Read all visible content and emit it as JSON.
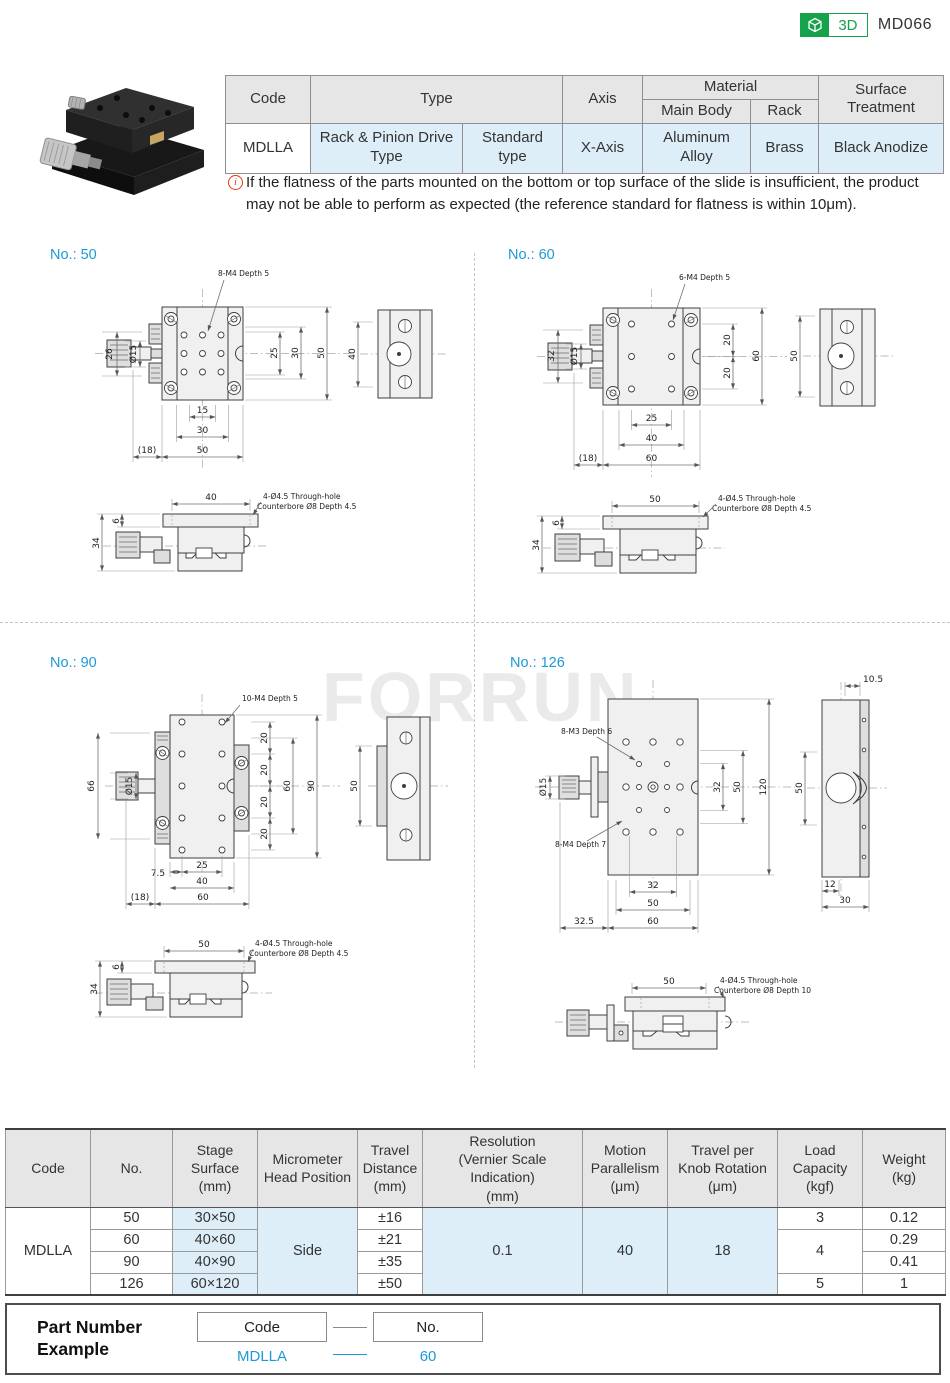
{
  "header": {
    "badge_3d": "3D",
    "doc_code": "MD066",
    "note_icon": "i",
    "note": "If the flatness of the parts mounted on the bottom or top surface of the slide is insufficient, the product may not be able to perform as expected (the reference standard for flatness is within 10μm).",
    "info_table": {
      "h_code": "Code",
      "h_type": "Type",
      "h_axis": "Axis",
      "h_material": "Material",
      "h_main_body": "Main Body",
      "h_rack": "Rack",
      "h_surface": "Surface Treatment",
      "code": "MDLLA",
      "type_main": "Rack & Pinion Drive Type",
      "type_sub": "Standard type",
      "axis": "X-Axis",
      "main_body": "Aluminum Alloy",
      "rack": "Brass",
      "surface": "Black Anodize"
    }
  },
  "watermark": "FORRUN",
  "colors": {
    "accent_blue": "#1d9ad5",
    "light_blue": "#ddeef8",
    "header_gray": "#e6e6e6",
    "badge_green": "#15a24a",
    "note_red": "#e8380d"
  },
  "drawings": {
    "no50": {
      "label": "No.: 50",
      "callout": "8-M4 Depth 5",
      "left1": "26",
      "left2": "Ø15",
      "right1": "25",
      "right2": "30",
      "right3": "50",
      "bottom1": "15",
      "bottom2": "30",
      "bottom3": "50",
      "paren": "(18)",
      "side1": "40",
      "bv_width": "40",
      "bv_hole1": "4-Ø4.5 Through-hole",
      "bv_hole2": "Counterbore Ø8 Depth 4.5",
      "bv_h1": "34",
      "bv_h2": "6"
    },
    "no60": {
      "label": "No.: 60",
      "callout": "6-M4 Depth 5",
      "left1": "32",
      "left2": "Ø15",
      "right1": "20",
      "right2": "20",
      "right3": "60",
      "bottom1": "25",
      "bottom2": "40",
      "bottom3": "60",
      "paren": "(18)",
      "side1": "50",
      "bv_width": "50",
      "bv_hole1": "4-Ø4.5 Through-hole",
      "bv_hole2": "Counterbore Ø8 Depth 4.5",
      "bv_h1": "34",
      "bv_h2": "6"
    },
    "no90": {
      "label": "No.: 90",
      "callout": "10-M4 Depth 5",
      "left1": "66",
      "left2": "Ø15",
      "right1": "20",
      "right2": "20",
      "right3": "20",
      "right4": "20",
      "right5": "60",
      "right6": "90",
      "bottom0": "7.5",
      "bottom1": "25",
      "bottom2": "40",
      "bottom3": "60",
      "paren": "(18)",
      "side1": "50",
      "bv_width": "50",
      "bv_hole1": "4-Ø4.5 Through-hole",
      "bv_hole2": "Counterbore Ø8 Depth 4.5",
      "bv_h1": "34",
      "bv_h2": "6"
    },
    "no126": {
      "label": "No.: 126",
      "callout1": "8-M3 Depth 6",
      "callout2": "8-M4 Depth 7",
      "left2": "Ø15",
      "right1": "32",
      "right2": "50",
      "right3": "120",
      "bottom0": "32.5",
      "bottom1": "32",
      "bottom2": "50",
      "bottom3": "60",
      "side_top": "10.5",
      "side_left": "50",
      "side_b1": "12",
      "side_b2": "30",
      "bv_width": "50",
      "bv_hole1": "4-Ø4.5 Through-hole",
      "bv_hole2": "Counterbore Ø8 Depth 10"
    }
  },
  "spec": {
    "headers": [
      {
        "lines": [
          "Code",
          "",
          ""
        ]
      },
      {
        "lines": [
          "No.",
          "",
          ""
        ]
      },
      {
        "lines": [
          "Stage",
          "Surface",
          "(mm)"
        ]
      },
      {
        "lines": [
          "Micrometer",
          "Head Position",
          ""
        ]
      },
      {
        "lines": [
          "Travel",
          "Distance",
          "(mm)"
        ]
      },
      {
        "lines": [
          "Resolution",
          "(Vernier Scale Indication)",
          "(mm)"
        ]
      },
      {
        "lines": [
          "Motion",
          "Parallelism",
          "(μm)"
        ]
      },
      {
        "lines": [
          "Travel per",
          "Knob Rotation",
          "(μm)"
        ]
      },
      {
        "lines": [
          "Load",
          "Capacity",
          "(kgf)"
        ]
      },
      {
        "lines": [
          "Weight",
          "(kg)",
          ""
        ]
      }
    ],
    "code": "MDLLA",
    "micrometer_position": "Side",
    "resolution": "0.1",
    "motion_parallelism": "40",
    "travel_per_knob": "18",
    "load": {
      "a": "3",
      "b": "4",
      "c": "5"
    },
    "rows": [
      {
        "no": "50",
        "stage": "30×50",
        "travel": "±16",
        "weight": "0.12"
      },
      {
        "no": "60",
        "stage": "40×60",
        "travel": "±21",
        "weight": "0.29"
      },
      {
        "no": "90",
        "stage": "40×90",
        "travel": "±35",
        "weight": "0.41"
      },
      {
        "no": "126",
        "stage": "60×120",
        "travel": "±50",
        "weight": "1"
      }
    ]
  },
  "pn": {
    "title1": "Part Number",
    "title2": "Example",
    "code_box": "Code",
    "no_box": "No.",
    "code_val": "MDLLA",
    "no_val": "60"
  }
}
